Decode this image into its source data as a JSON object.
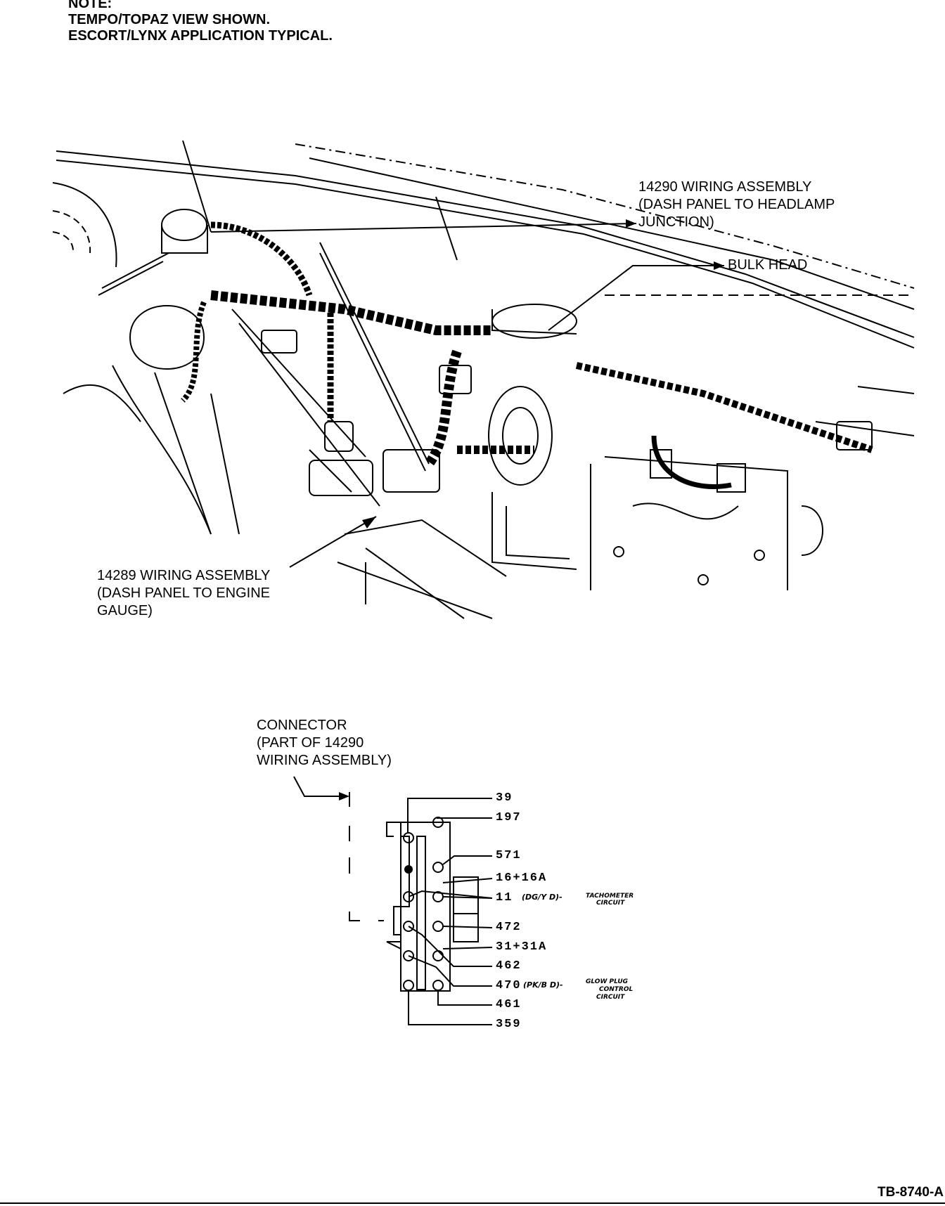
{
  "note": {
    "title": "NOTE:",
    "line1": "TEMPO/TOPAZ VIEW SHOWN.",
    "line2": "ESCORT/LYNX APPLICATION TYPICAL."
  },
  "callouts": {
    "harness_14290": {
      "line1": "14290 WIRING ASSEMBLY",
      "line2": "(DASH PANEL TO HEADLAMP",
      "line3": "JUNCTION)"
    },
    "bulk_head": "BULK HEAD",
    "harness_14289": {
      "line1": "14289 WIRING ASSEMBLY",
      "line2": "(DASH PANEL TO ENGINE",
      "line3": "GAUGE)"
    },
    "connector": {
      "line1": "CONNECTOR",
      "line2": "(PART OF 14290",
      "line3": "WIRING ASSEMBLY)"
    }
  },
  "connector_pins": {
    "p39": "39",
    "p197": "197",
    "p571": "571",
    "p16": "16+16A",
    "p11": "11",
    "p11_color": "(DG/Y D)-",
    "p11_desc1": "TACHOMETER",
    "p11_desc2": "CIRCUIT",
    "p472": "472",
    "p31": "31+31A",
    "p462": "462",
    "p470": "470",
    "p470_color": "(PK/B D)-",
    "p470_desc1": "GLOW PLUG",
    "p470_desc2": "CONTROL",
    "p470_desc3": "CIRCUIT",
    "p461": "461",
    "p359": "359"
  },
  "figure_ref": "TB-8740-A"
}
